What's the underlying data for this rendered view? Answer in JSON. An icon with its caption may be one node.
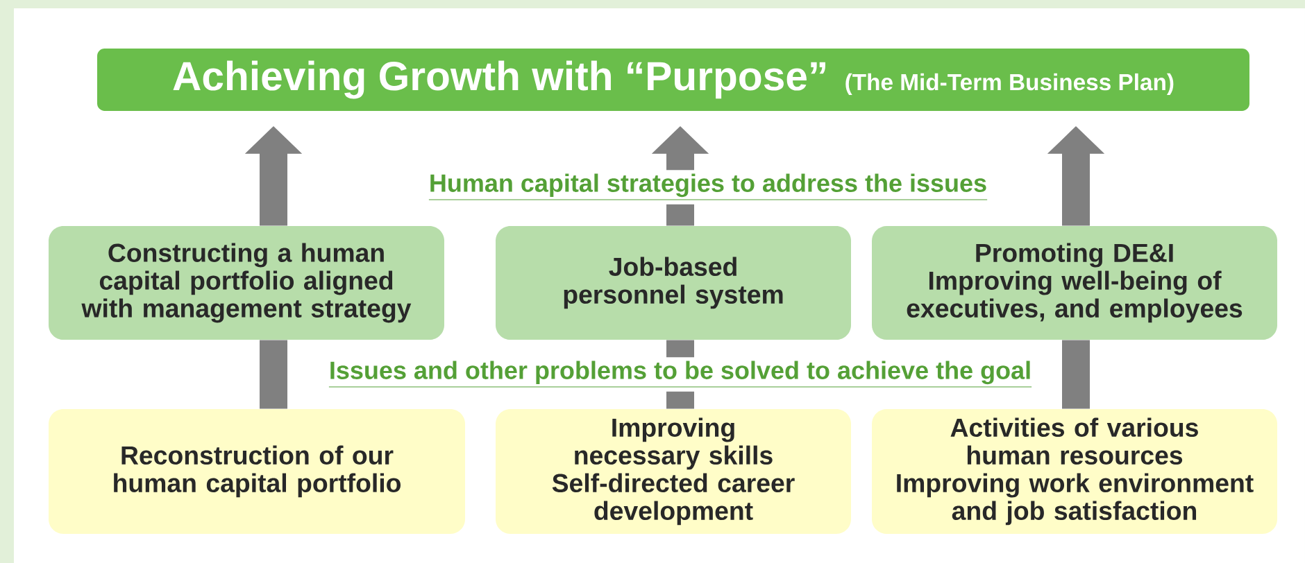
{
  "diagram": {
    "nodes": [
      {
        "text": [
          "Achieving Growth with “Purpose”",
          "(The Mid-Term Business Plan)"
        ]
      },
      {
        "text": [
          "Constructing a human capital portfolio aligned with management strategy"
        ]
      },
      {
        "text": [
          "Job-based personnel system"
        ]
      },
      {
        "text": [
          "Promoting DE&I",
          "Improving well-being of executives, and employees"
        ]
      },
      {
        "text": [
          "Reconstruction of our human capital portfolio"
        ]
      },
      {
        "text": [
          "Improving necessary skills",
          "Self-directed career development"
        ]
      },
      {
        "text": [
          "Activities of various human resources",
          "Improving work environment and job satisfaction"
        ]
      }
    ],
    "edges": [
      {
        "from": 4,
        "to": 1,
        "arrow": "none"
      },
      {
        "from": 1,
        "to": 0,
        "arrow": "to"
      },
      {
        "from": 5,
        "to": 2,
        "arrow": "none"
      },
      {
        "from": 2,
        "to": 0,
        "arrow": "to"
      },
      {
        "from": 6,
        "to": 3,
        "arrow": "none"
      },
      {
        "from": 3,
        "to": 0,
        "arrow": "to"
      }
    ],
    "labels": [
      "Human capital strategies to address the issues",
      "Issues and other problems to be solved to achieve the goal"
    ]
  }
}
